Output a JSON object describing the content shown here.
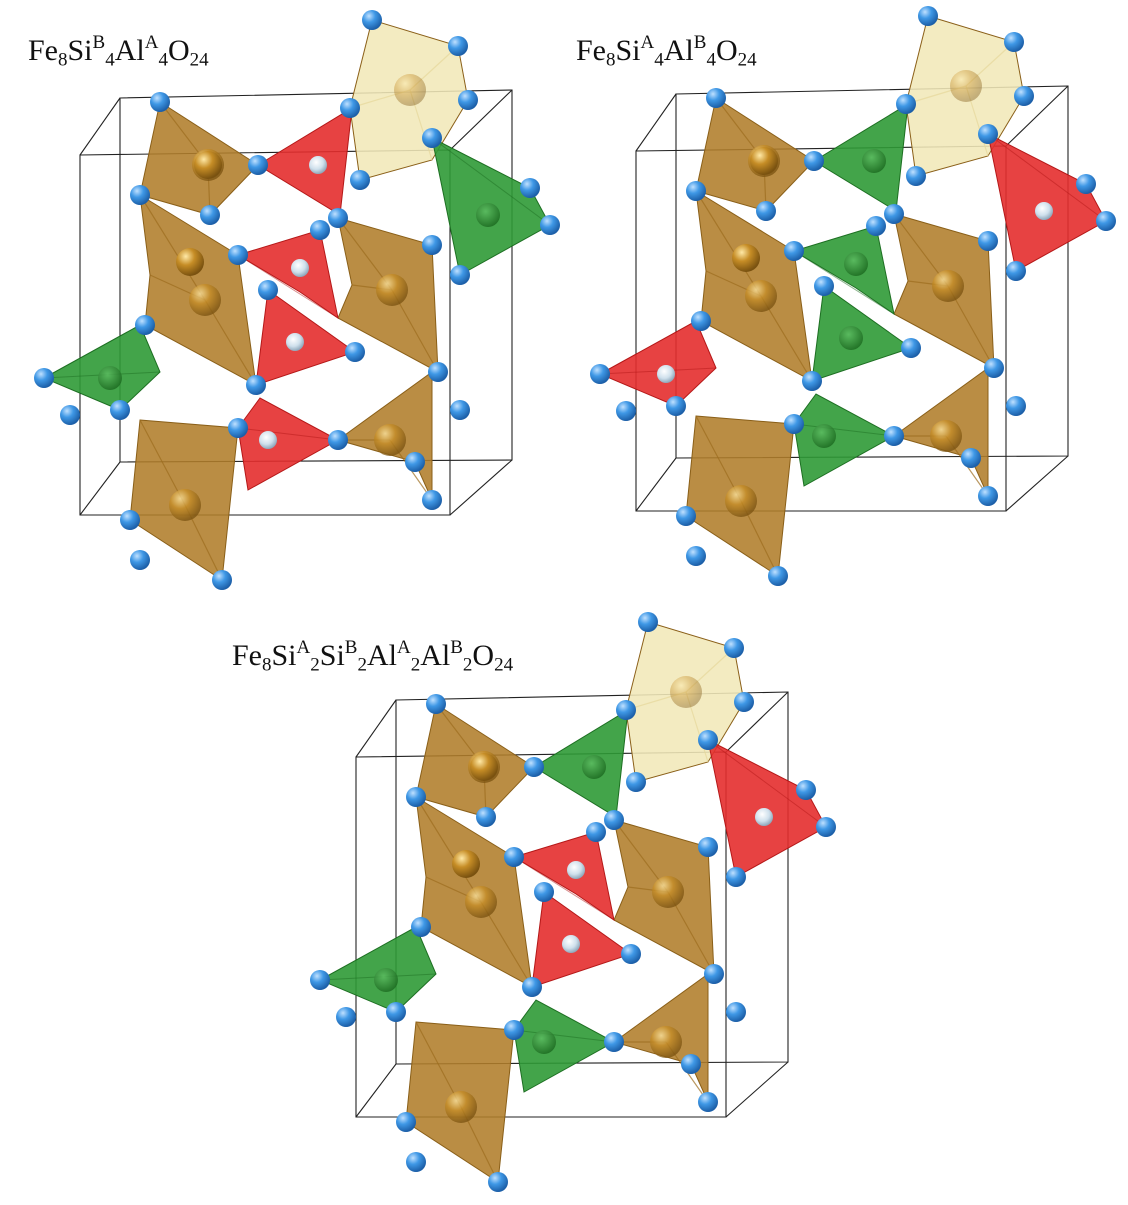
{
  "formulas": [
    {
      "id": "panel-1",
      "parts": [
        {
          "t": "Fe"
        },
        {
          "t": "8",
          "s": "sub"
        },
        {
          "t": "Si"
        },
        {
          "t": "B",
          "s": "sup"
        },
        {
          "t": "4",
          "s": "sub"
        },
        {
          "t": "Al"
        },
        {
          "t": "A",
          "s": "sup"
        },
        {
          "t": "4",
          "s": "sub"
        },
        {
          "t": "O"
        },
        {
          "t": "24",
          "s": "sub"
        }
      ]
    },
    {
      "id": "panel-2",
      "parts": [
        {
          "t": "Fe"
        },
        {
          "t": "8",
          "s": "sub"
        },
        {
          "t": "Si"
        },
        {
          "t": "A",
          "s": "sup"
        },
        {
          "t": "4",
          "s": "sub"
        },
        {
          "t": "Al"
        },
        {
          "t": "B",
          "s": "sup"
        },
        {
          "t": "4",
          "s": "sub"
        },
        {
          "t": "O"
        },
        {
          "t": "24",
          "s": "sub"
        }
      ]
    },
    {
      "id": "panel-3",
      "parts": [
        {
          "t": "Fe"
        },
        {
          "t": "8",
          "s": "sub"
        },
        {
          "t": "Si"
        },
        {
          "t": "A",
          "s": "sup"
        },
        {
          "t": "2",
          "s": "sub"
        },
        {
          "t": "Si"
        },
        {
          "t": "B",
          "s": "sup"
        },
        {
          "t": "2",
          "s": "sub"
        },
        {
          "t": "Al"
        },
        {
          "t": "A",
          "s": "sup"
        },
        {
          "t": "2",
          "s": "sub"
        },
        {
          "t": "Al"
        },
        {
          "t": "B",
          "s": "sup"
        },
        {
          "t": "2",
          "s": "sub"
        },
        {
          "t": "O"
        },
        {
          "t": "24",
          "s": "sub"
        }
      ]
    }
  ],
  "colors": {
    "fe_polyhedron": "#b07d2a",
    "fe_dark": "#8a5f18",
    "fe_light": "#f1e8b8",
    "si_tetrahedron": "#e42d2d",
    "si_dark": "#b51818",
    "al_tetrahedron": "#2f9a36",
    "al_dark": "#1d6f22",
    "oxygen_atom": "#2e88d8",
    "cell_edge": "#222222",
    "background": "#ffffff"
  },
  "legend_semantics": {
    "fe-octahedron": "Fe",
    "si-tetrahedron": "Si",
    "al-tetrahedron": "Al",
    "oxygen-atom": "O"
  }
}
